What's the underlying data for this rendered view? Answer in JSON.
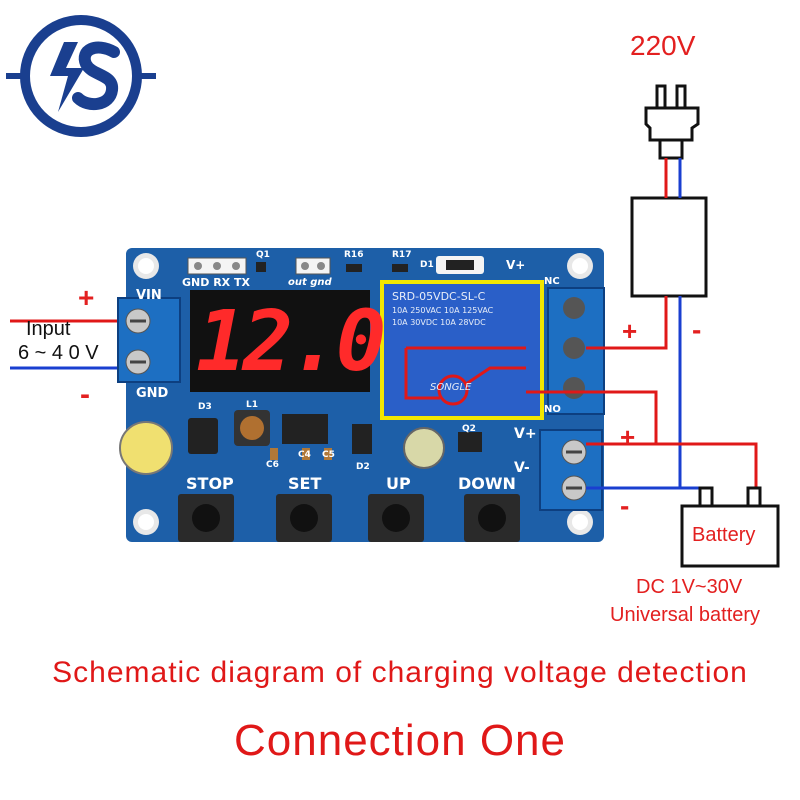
{
  "logo": {
    "text": "ιS",
    "color": "#1a3f8f"
  },
  "mains": {
    "label": "220V"
  },
  "input": {
    "label": "Input",
    "range": "6 ~ 4 0 V",
    "plus": "+",
    "minus": "-"
  },
  "pcb": {
    "header_pins": "GND RX TX",
    "q1": "Q1",
    "out_gnd": "out gnd",
    "r16": "R16",
    "r17": "R17",
    "d1": "D1",
    "vin": "VIN",
    "gnd": "GND",
    "display": "12.0",
    "relay_model": "SRD-05VDC-SL-C",
    "relay_text1": "10A 250VAC 10A 125VAC",
    "relay_text2": "10A 30VDC 10A 28VDC",
    "relay_brand": "SONGLE",
    "nc": "NC",
    "no": "NO",
    "vplus_top": "V+",
    "vplus": "V+",
    "vminus": "V-",
    "d3": "D3",
    "l1": "L1",
    "c6": "C6",
    "c4": "C4",
    "c5": "C5",
    "d2": "D2",
    "q2": "Q2",
    "buttons": [
      "STOP",
      "SET",
      "UP",
      "DOWN"
    ]
  },
  "relay_side": {
    "plus": "+",
    "minus": "-"
  },
  "output_side": {
    "plus": "+",
    "minus": "-"
  },
  "battery": {
    "label": "Battery",
    "spec": "DC 1V~30V",
    "type": "Universal battery"
  },
  "captions": {
    "line1": "Schematic diagram of charging voltage detection",
    "line2": "Connection One"
  },
  "colors": {
    "wire_red": "#e01818",
    "wire_blue": "#1a3fd0",
    "pcb": "#1d5fa8",
    "display": "#ff2a2a"
  }
}
